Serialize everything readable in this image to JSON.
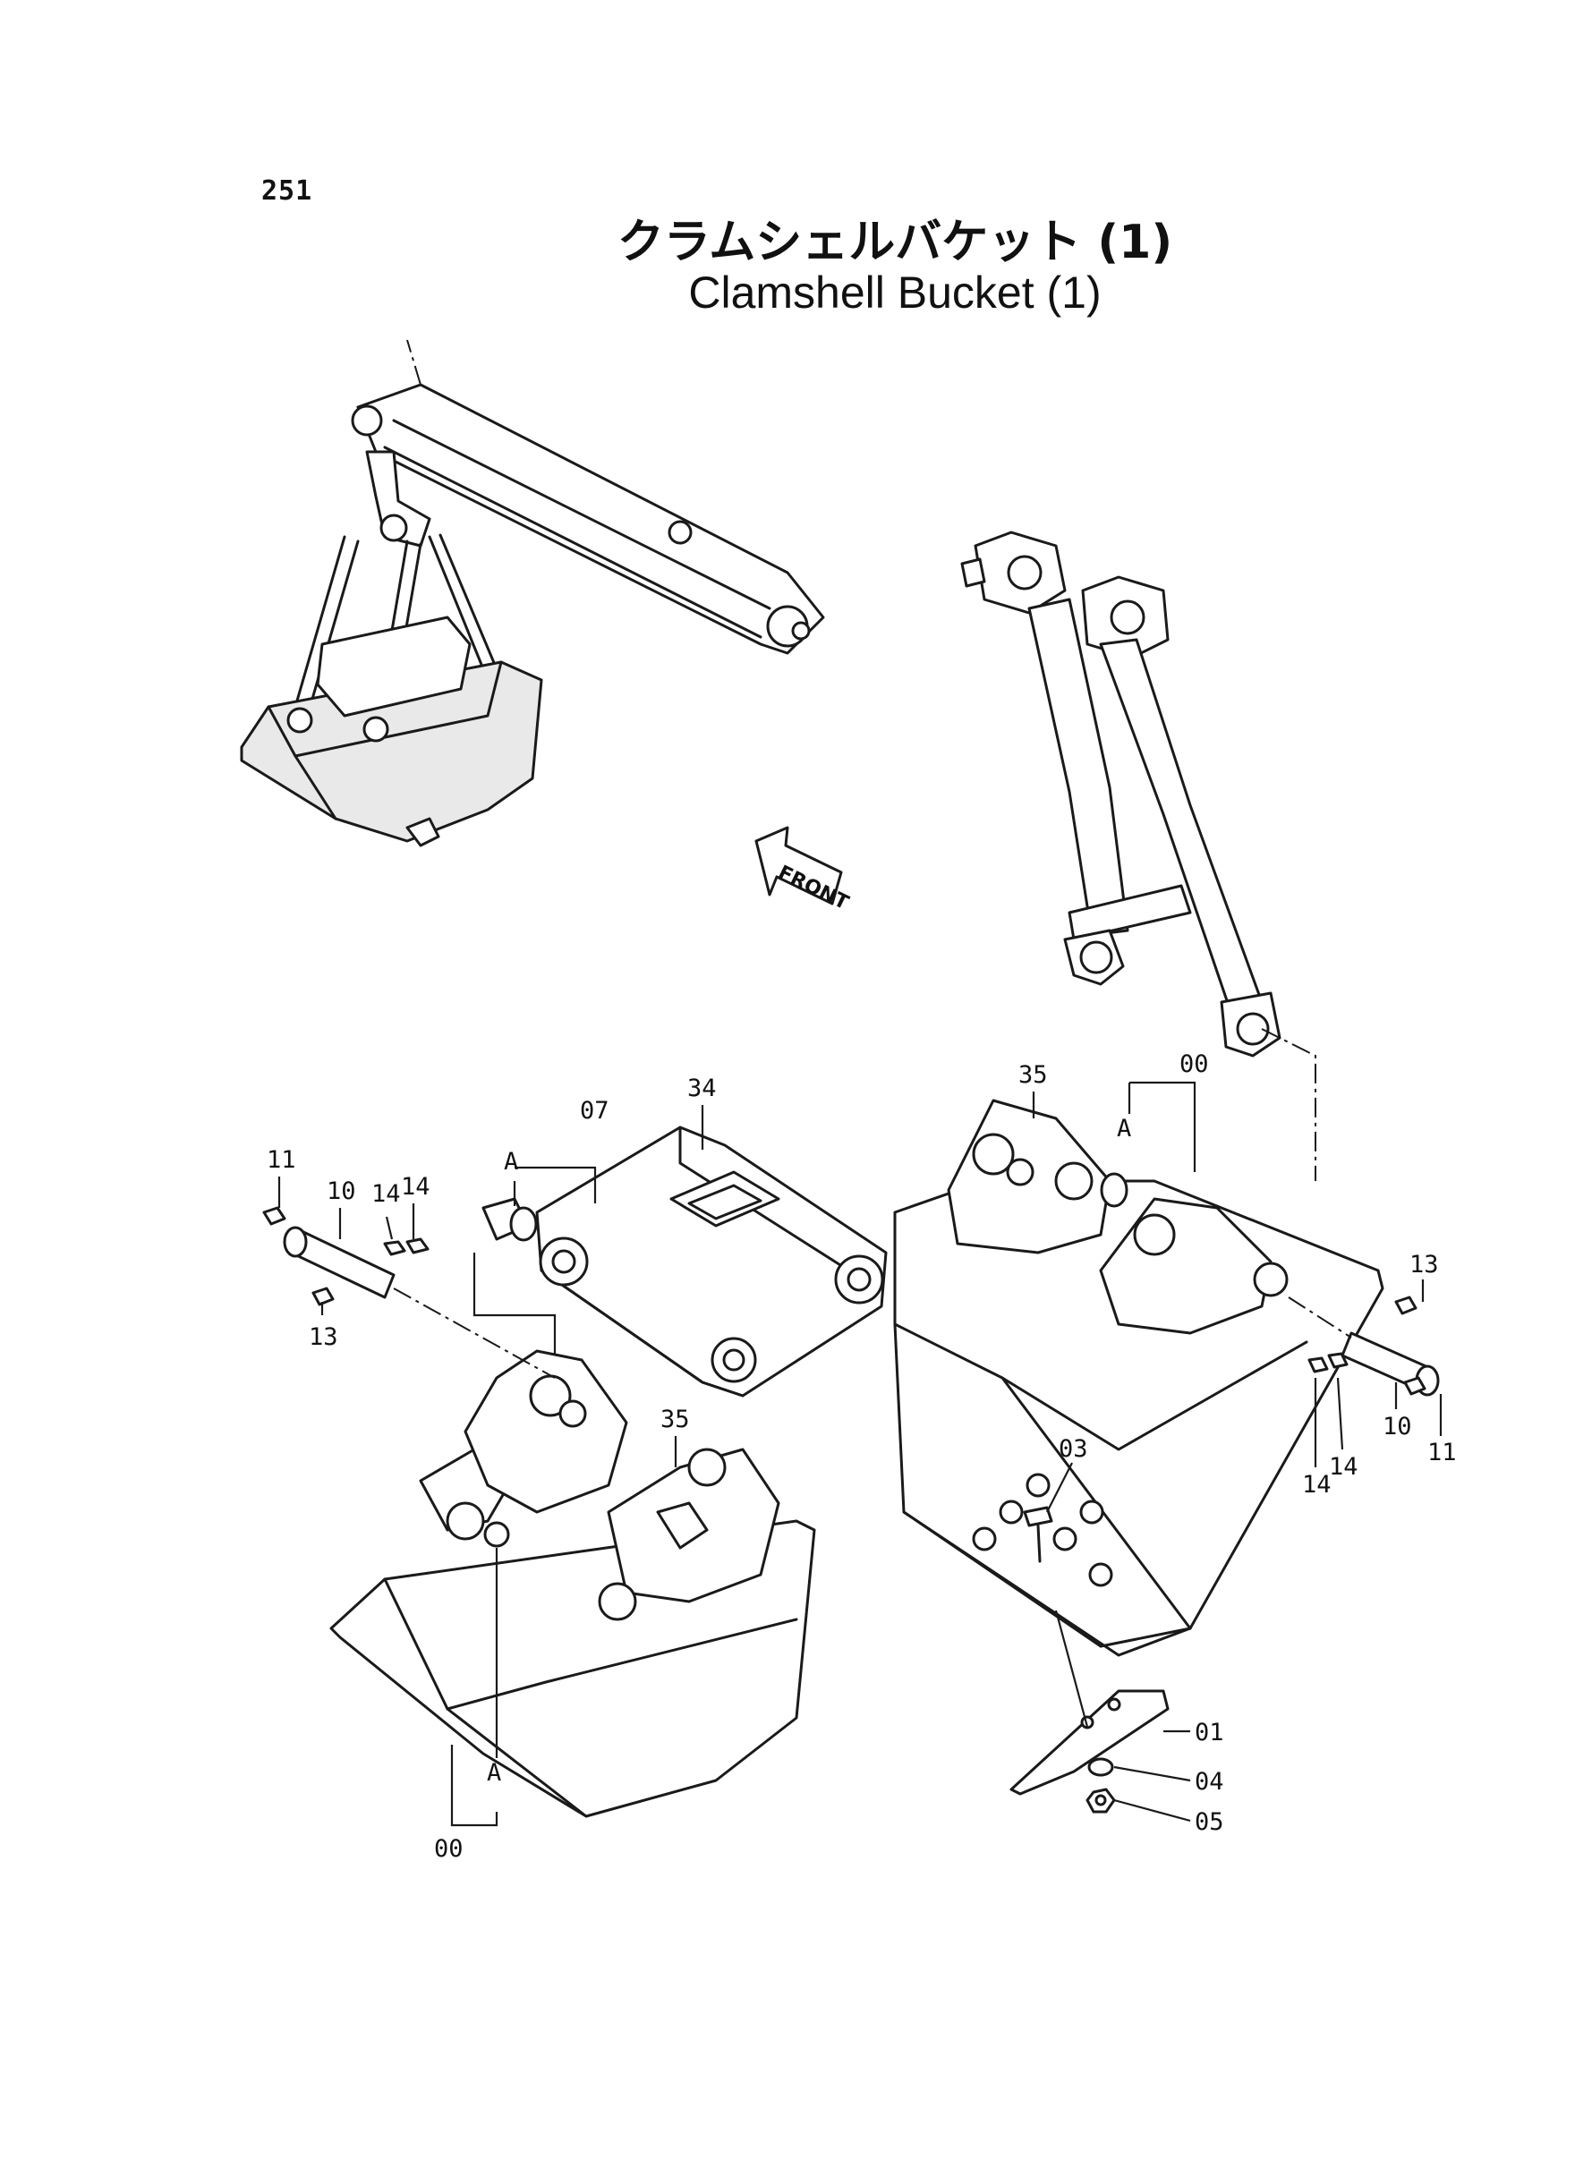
{
  "page_number": "251",
  "title_jp": "クラムシェルバケット (1)",
  "title_en": "Clamshell Bucket (1)",
  "front_label": "FRONT",
  "callouts": {
    "c34": "34",
    "c07": "07",
    "cA1": "A",
    "c11a": "11",
    "c10a": "10",
    "c14a": "14",
    "c14b": "14",
    "c13a": "13",
    "c35a": "35",
    "c35b": "35",
    "c00a": "00",
    "cA2": "A",
    "c13b": "13",
    "c10b": "10",
    "c11b": "11",
    "c14c": "14",
    "c14d": "14",
    "c03": "03",
    "cA3": "A",
    "c00b": "00",
    "c01": "01",
    "c04": "04",
    "c05": "05"
  }
}
